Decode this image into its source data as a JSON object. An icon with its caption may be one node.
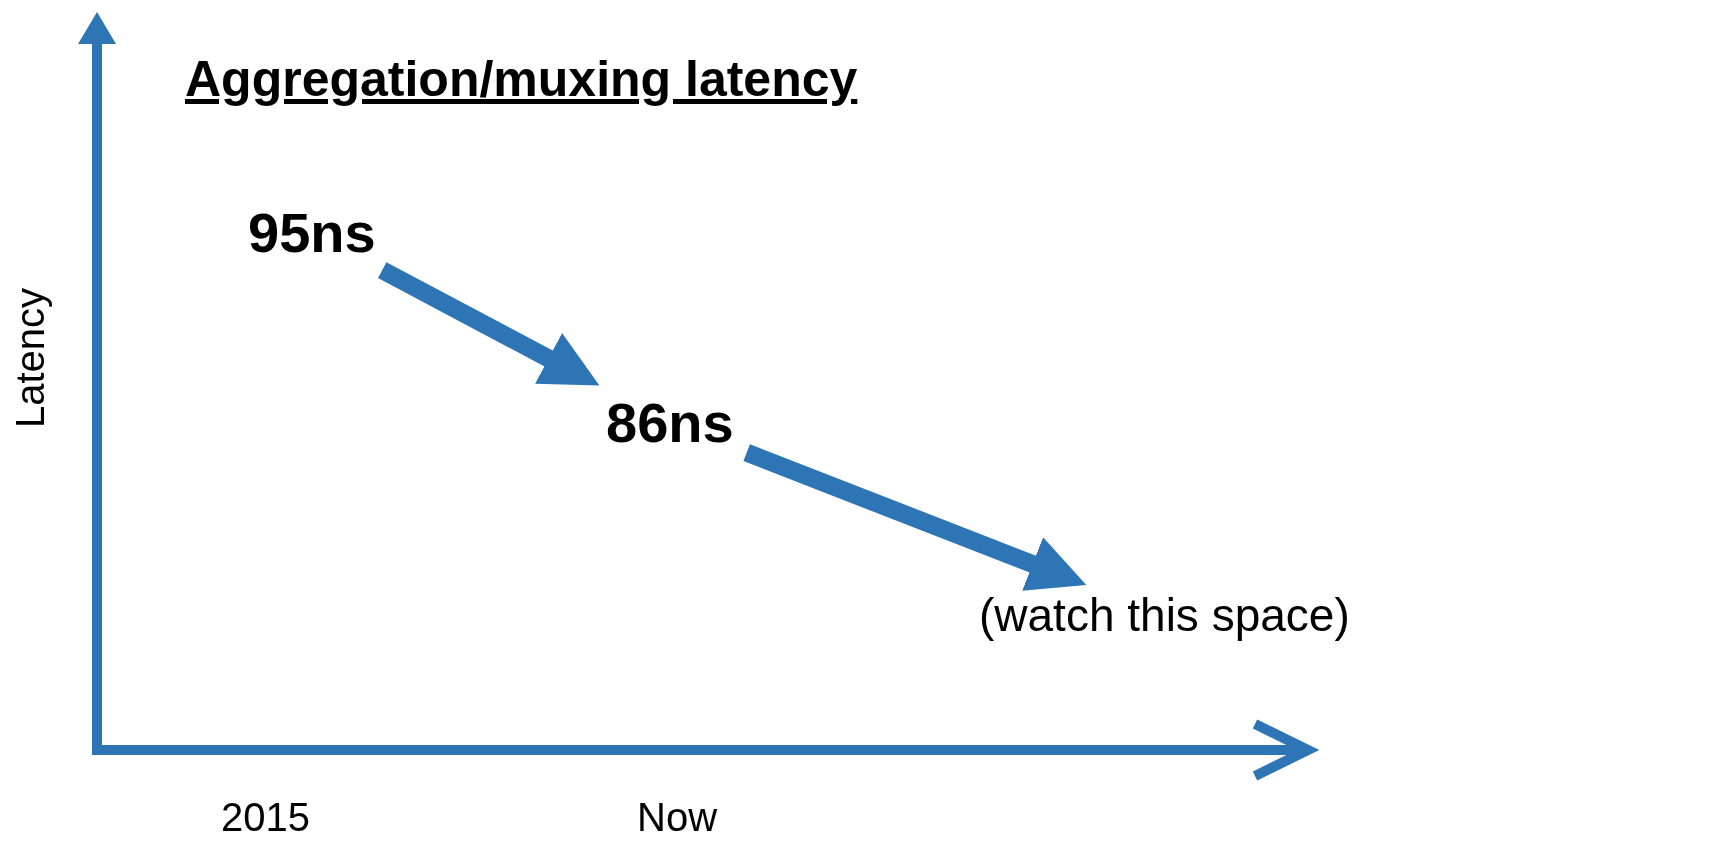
{
  "diagram": {
    "title": "Aggregation/muxing latency",
    "nodes": [
      {
        "text": [
          "95ns"
        ]
      },
      {
        "text": [
          "86ns"
        ]
      },
      {
        "text": [
          "(watch this space)"
        ]
      }
    ],
    "edges": [
      {
        "from": 0,
        "to": 1,
        "arrow": "to"
      },
      {
        "from": 1,
        "to": 2,
        "arrow": "to"
      }
    ],
    "labels": [
      "Latency",
      "2015",
      "Now"
    ]
  }
}
